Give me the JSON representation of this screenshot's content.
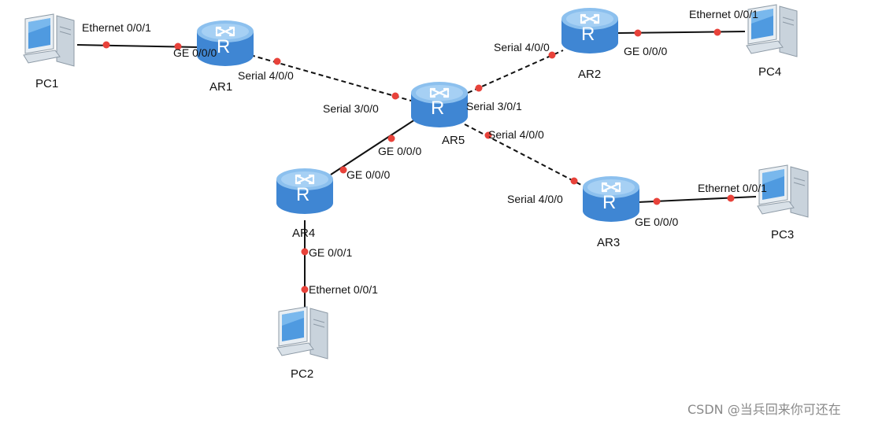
{
  "devices": {
    "pc1": "PC1",
    "pc2": "PC2",
    "pc3": "PC3",
    "pc4": "PC4",
    "ar1": "AR1",
    "ar2": "AR2",
    "ar3": "AR3",
    "ar4": "AR4",
    "ar5": "AR5"
  },
  "router_glyph": "R",
  "ports": {
    "pc1_eth": "Ethernet 0/0/1",
    "ar1_ge": "GE 0/0/0",
    "ar1_serial": "Serial 4/0/0",
    "ar5_s300": "Serial 3/0/0",
    "ar5_s301": "Serial 3/0/1",
    "ar2_s400": "Serial 4/0/0",
    "ar2_ge": "GE 0/0/0",
    "pc4_eth": "Ethernet 0/0/1",
    "ar5_s400": "Serial 4/0/0",
    "ar3_s400": "Serial 4/0/0",
    "ar3_ge": "GE 0/0/0",
    "pc3_eth": "Ethernet 0/0/1",
    "ar5_ge": "GE 0/0/0",
    "ar4_ge000": "GE 0/0/0",
    "ar4_ge001": "GE 0/0/1",
    "pc2_eth": "Ethernet 0/0/1"
  },
  "watermark": "CSDN @当兵回来你可还在",
  "colors": {
    "router_body": "#4a8fd6",
    "router_top": "#8cc0ee",
    "endpoint_dot": "#e8423a",
    "link": "#111111",
    "pc_screen": "#4f9ae0",
    "pc_body": "#c9d3dc"
  },
  "icons": {
    "router": "router-icon",
    "pc": "pc-icon"
  }
}
